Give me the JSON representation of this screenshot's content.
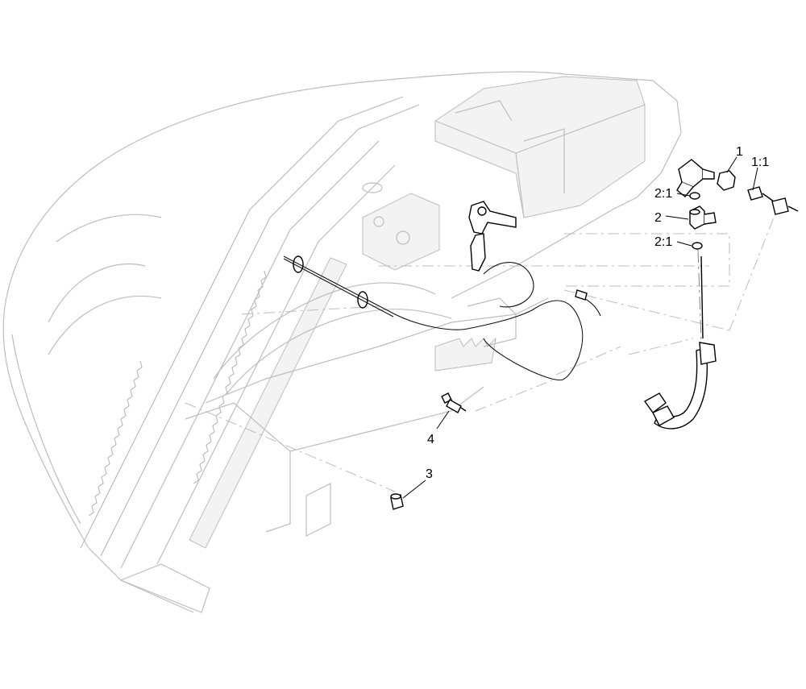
{
  "callouts": {
    "c1": "1",
    "c1_1": "1:1",
    "c2_1_top": "2:1",
    "c2": "2",
    "c2_1_bottom": "2:1",
    "c3": "3",
    "c4": "4"
  }
}
